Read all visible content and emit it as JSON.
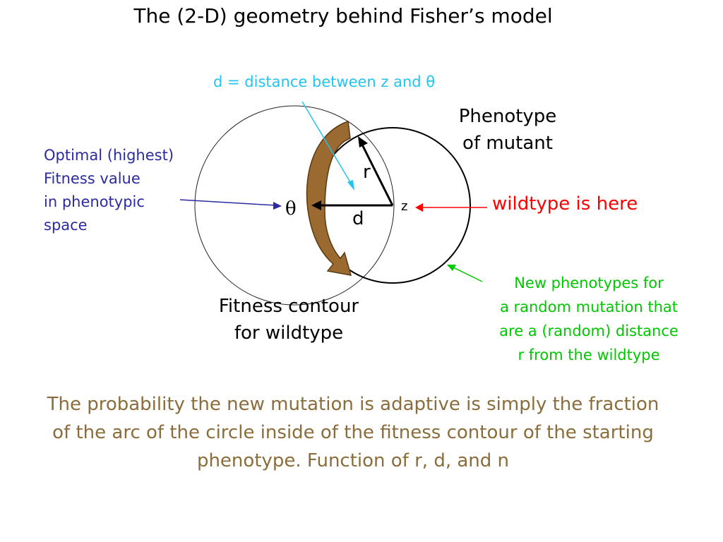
{
  "title": "The (2-D) geometry behind Fisher’s model",
  "d_definition": "d = distance between z and θ",
  "optimal_label": [
    "Optimal (highest)",
    "Fitness value",
    "in phenotypic",
    "space"
  ],
  "mutant_label": [
    "Phenotype",
    "of mutant"
  ],
  "wildtype_label": "wildtype is here",
  "new_phenotypes_label": [
    "New phenotypes for",
    "a random mutation that",
    "are a (random) distance",
    "r from the wildtype"
  ],
  "contour_label": [
    "Fitness contour",
    "for wildtype"
  ],
  "probability_text": "The probability the new mutation is adaptive is simply the fraction of the arc of the circle inside of the fitness contour of the starting phenotype.  Function of r, d, and n",
  "symbols": {
    "theta": "θ",
    "r": "r",
    "d": "d",
    "z": "z"
  },
  "colors": {
    "cyan": "#22c4f0",
    "navy": "#2b2ba0",
    "red": "#ff0000",
    "green": "#00c800",
    "brown": "#9a6a30",
    "brown_text": "#8a6d3b",
    "black": "#000000"
  }
}
